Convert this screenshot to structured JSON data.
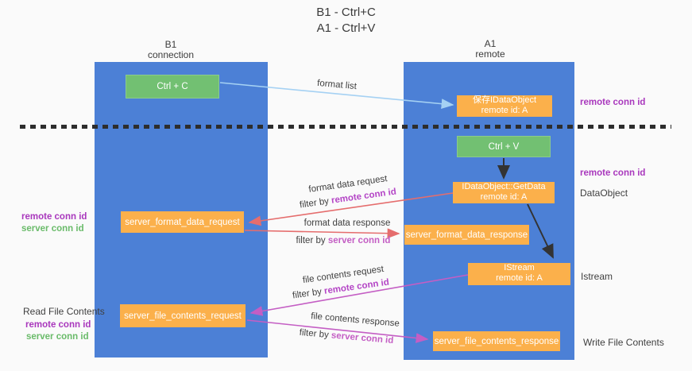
{
  "title": {
    "line1": "B1 - Ctrl+C",
    "line2": "A1 - Ctrl+V"
  },
  "lanes": {
    "left": {
      "name": "B1",
      "sub": "connection"
    },
    "right": {
      "name": "A1",
      "sub": "remote"
    }
  },
  "boxes": {
    "ctrl_c": "Ctrl + C",
    "ctrl_v": "Ctrl + V",
    "save_idataobject": {
      "line1": "保存IDataObject",
      "line2": "remote id: A"
    },
    "getdata": {
      "line1": "IDataObject::GetData",
      "line2": "remote id: A"
    },
    "istream": {
      "line1": "IStream",
      "line2": "remote id: A"
    },
    "server_format_data_request": "server_format_data_request",
    "server_format_data_response": "server_format_data_response",
    "server_file_contents_request": "server_file_contents_request",
    "server_file_contents_response": "server_file_contents_response"
  },
  "arrows": {
    "format_list": {
      "label": "format list"
    },
    "format_data_request": {
      "label": "format data request",
      "filter_prefix": "filter by ",
      "filter_key": "remote conn id"
    },
    "format_data_response": {
      "label": "format data response",
      "filter_prefix": "filter by ",
      "filter_key": "server conn id"
    },
    "file_contents_request": {
      "label": "file contents request",
      "filter_prefix": "filter by ",
      "filter_key": "remote conn id"
    },
    "file_contents_response": {
      "label": "file contents response",
      "filter_prefix": "filter by ",
      "filter_key": "server conn id"
    }
  },
  "annotations": {
    "top_right_conn_id": "remote conn id",
    "mid_right_conn_id": "remote conn id",
    "dataobject": "DataObject",
    "istream": "Istream",
    "write_file": "Write File Contents",
    "read_file": "Read File Contents",
    "left_format": {
      "remote": "remote conn id",
      "server": "server conn id"
    },
    "left_file": {
      "remote": "remote conn id",
      "server": "server conn id"
    }
  },
  "colors": {
    "lane_blue": "#4c80d6",
    "box_orange": "#fbb04b",
    "box_green": "#72c072",
    "arrow_red": "#e56d6d",
    "arrow_magenta": "#c45ec4",
    "arrow_blue": "#a5d1f3",
    "arrow_black": "#333333",
    "text_purple": "#a938bd",
    "text_green": "#6abb6a"
  }
}
